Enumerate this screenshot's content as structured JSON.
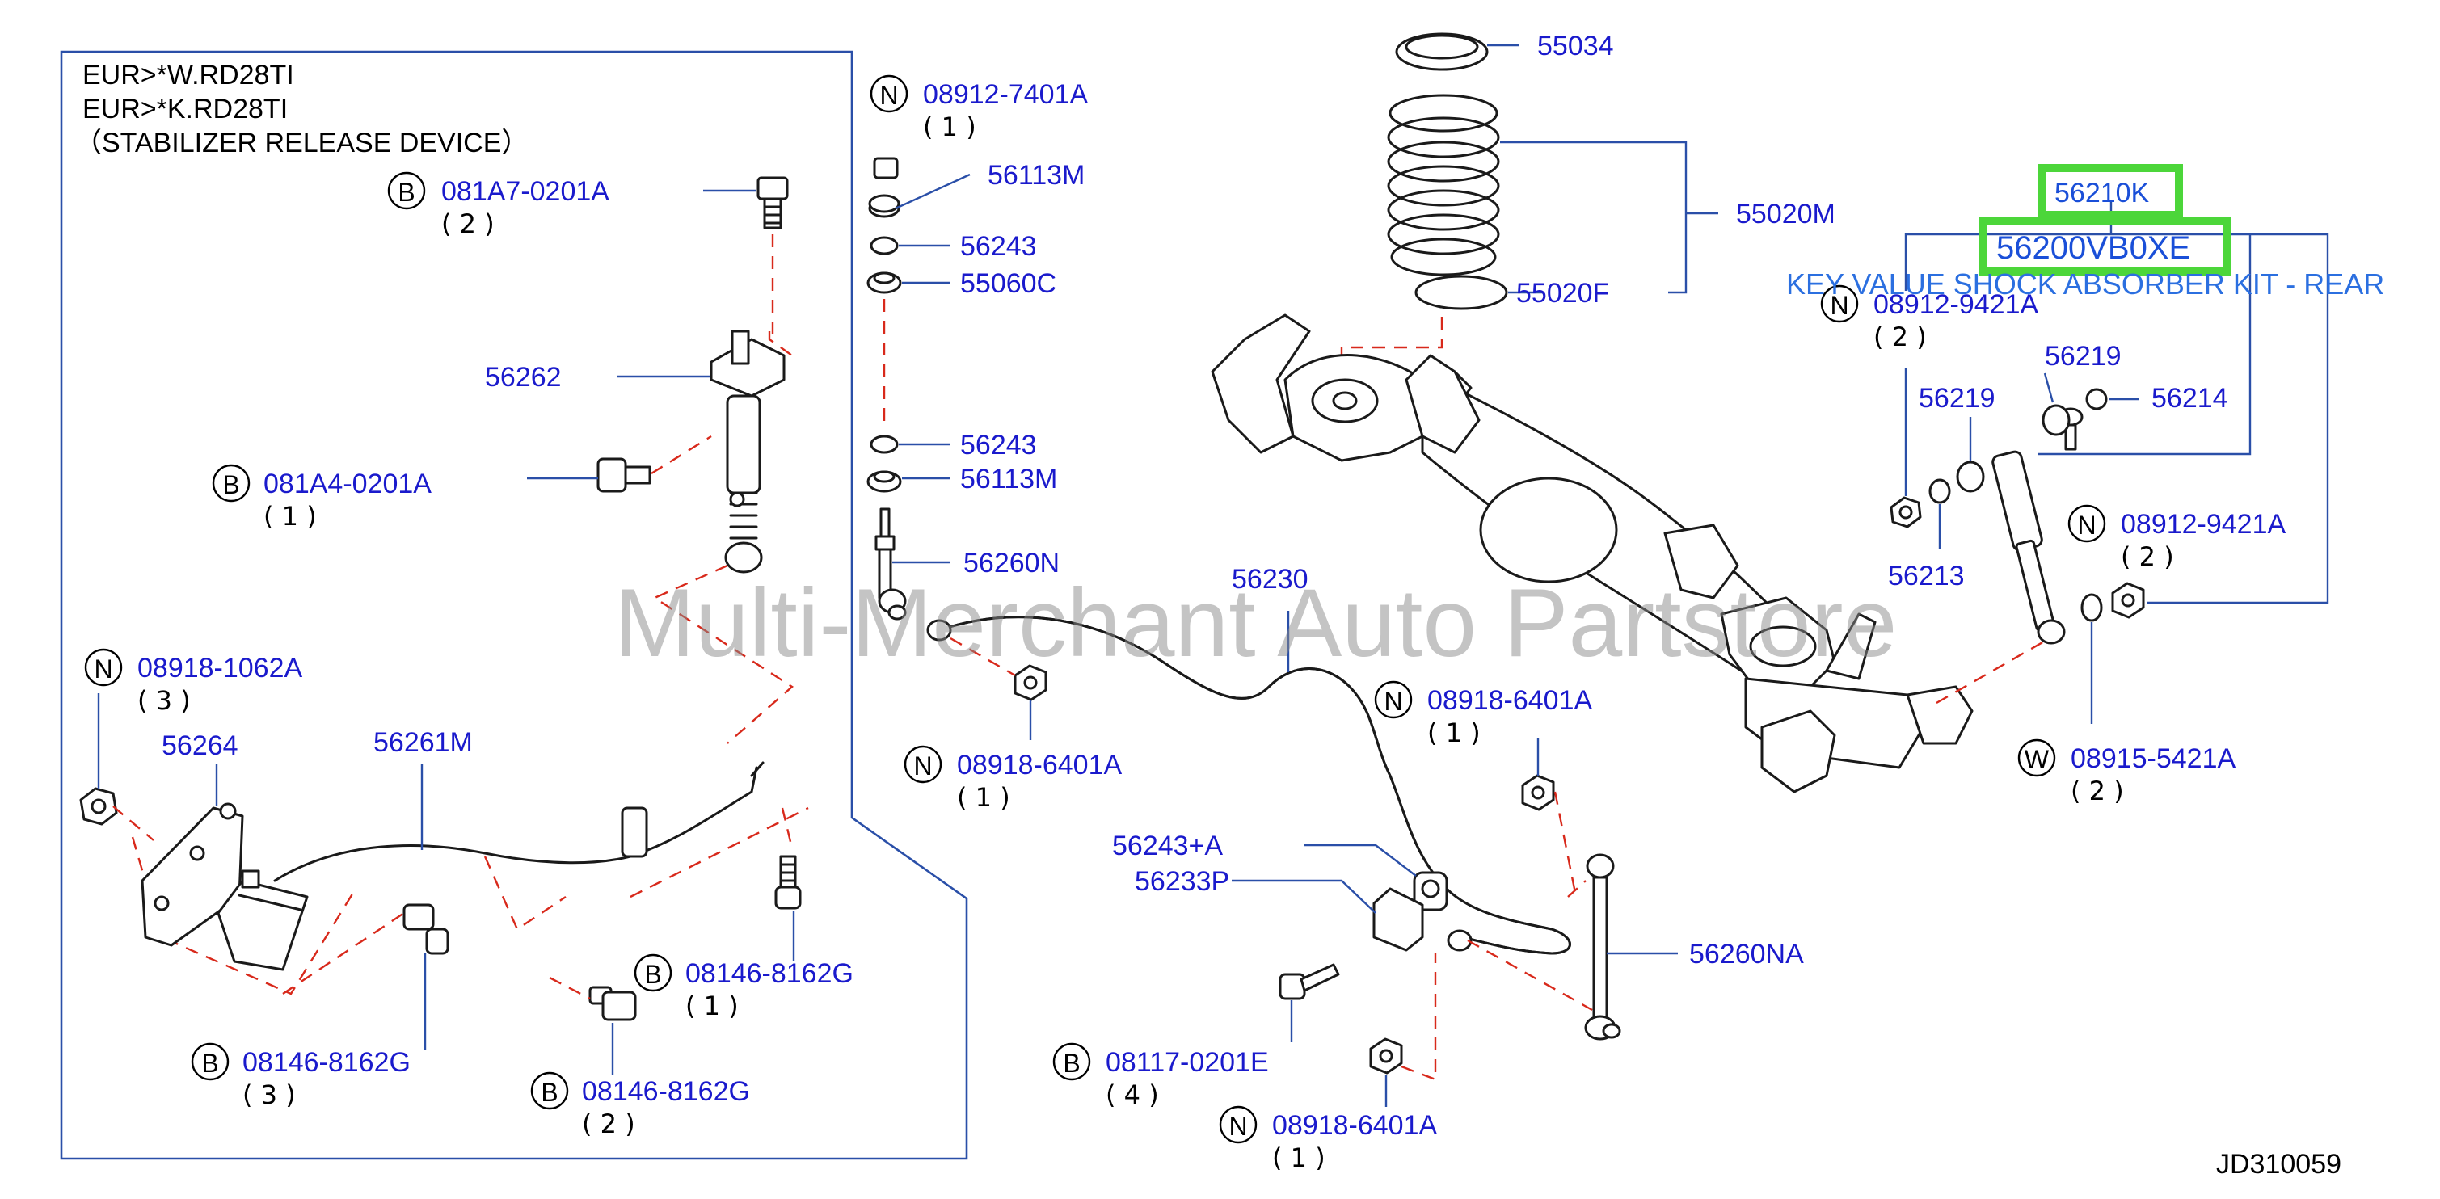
{
  "header": {
    "line1": "EUR>*W.RD28TI",
    "line2": "EUR>*K.RD28TI",
    "line3": "（STABILIZER   RELEASE   DEVICE）"
  },
  "parts": {
    "p081A7": {
      "letter": "B",
      "number": "081A7-0201A",
      "qty": "( 2 )"
    },
    "p56262": {
      "number": "56262"
    },
    "p081A4": {
      "letter": "B",
      "number": "081A4-0201A",
      "qty": "( 1 )"
    },
    "p08918_1062": {
      "letter": "N",
      "number": "08918-1062A",
      "qty": "( 3 )"
    },
    "p56264": {
      "number": "56264"
    },
    "p56261M": {
      "number": "56261M"
    },
    "p08146_a": {
      "letter": "B",
      "number": "08146-8162G",
      "qty": "( 1 )"
    },
    "p08146_b": {
      "letter": "B",
      "number": "08146-8162G",
      "qty": "( 3 )"
    },
    "p08146_c": {
      "letter": "B",
      "number": "08146-8162G",
      "qty": "( 2 )"
    },
    "p08912_7401": {
      "letter": "N",
      "number": "08912-7401A",
      "qty": "( 1 )"
    },
    "p56113M_a": {
      "number": "56113M"
    },
    "p56243_a": {
      "number": "56243"
    },
    "p55060C": {
      "number": "55060C"
    },
    "p56243_b": {
      "number": "56243"
    },
    "p56113M_b": {
      "number": "56113M"
    },
    "p56260N": {
      "number": "56260N"
    },
    "p56230": {
      "number": "56230"
    },
    "p08918_6401_a": {
      "letter": "N",
      "number": "08918-6401A",
      "qty": "( 1 )"
    },
    "p08918_6401_b": {
      "letter": "N",
      "number": "08918-6401A",
      "qty": "( 1 )"
    },
    "p08918_6401_c": {
      "letter": "N",
      "number": "08918-6401A",
      "qty": "( 1 )"
    },
    "p56243A": {
      "number": "56243+A"
    },
    "p56233P": {
      "number": "56233P"
    },
    "p56260NA": {
      "number": "56260NA"
    },
    "p08117": {
      "letter": "B",
      "number": "08117-0201E",
      "qty": "( 4 )"
    },
    "p55034": {
      "number": "55034"
    },
    "p55020M": {
      "number": "55020M"
    },
    "p55020F": {
      "number": "55020F"
    },
    "p56210K": {
      "number": "56210K"
    },
    "p56200": {
      "number": "56200VB0XE"
    },
    "p08912_9421_a": {
      "letter": "N",
      "number": "08912-9421A",
      "qty": "( 2 )"
    },
    "p56219_a": {
      "number": "56219"
    },
    "p56219_b": {
      "number": "56219"
    },
    "p56214": {
      "number": "56214"
    },
    "p56213": {
      "number": "56213"
    },
    "p08912_9421_b": {
      "letter": "N",
      "number": "08912-9421A",
      "qty": "( 2 )"
    },
    "p08915_5421": {
      "letter": "W",
      "number": "08915-5421A",
      "qty": "( 2 )"
    }
  },
  "key_value_label": "KEY VALUE SHOCK ABSORBER KIT - REAR",
  "watermark": "Multi-Merchant Auto Partstore",
  "diagram_code": "JD310059",
  "colors": {
    "part_number": "#1a1acc",
    "highlight_box": "#4cd63a",
    "key_value_text": "#2b6fe0",
    "dashed_guide": "#d8291b",
    "leader_line": "#2a4fa8"
  }
}
